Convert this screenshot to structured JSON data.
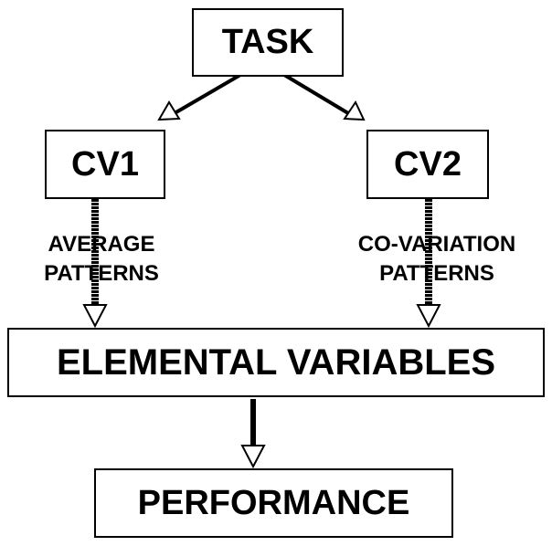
{
  "nodes": {
    "task": "TASK",
    "cv1": "CV1",
    "cv2": "CV2",
    "elemental": "ELEMENTAL VARIABLES",
    "performance": "PERFORMANCE"
  },
  "edge_labels": {
    "average_line1": "AVERAGE",
    "average_line2": "PATTERNS",
    "covariation_line1": "CO-VARIATION",
    "covariation_line2": "PATTERNS"
  },
  "colors": {
    "line": "#000000",
    "background": "#ffffff"
  }
}
